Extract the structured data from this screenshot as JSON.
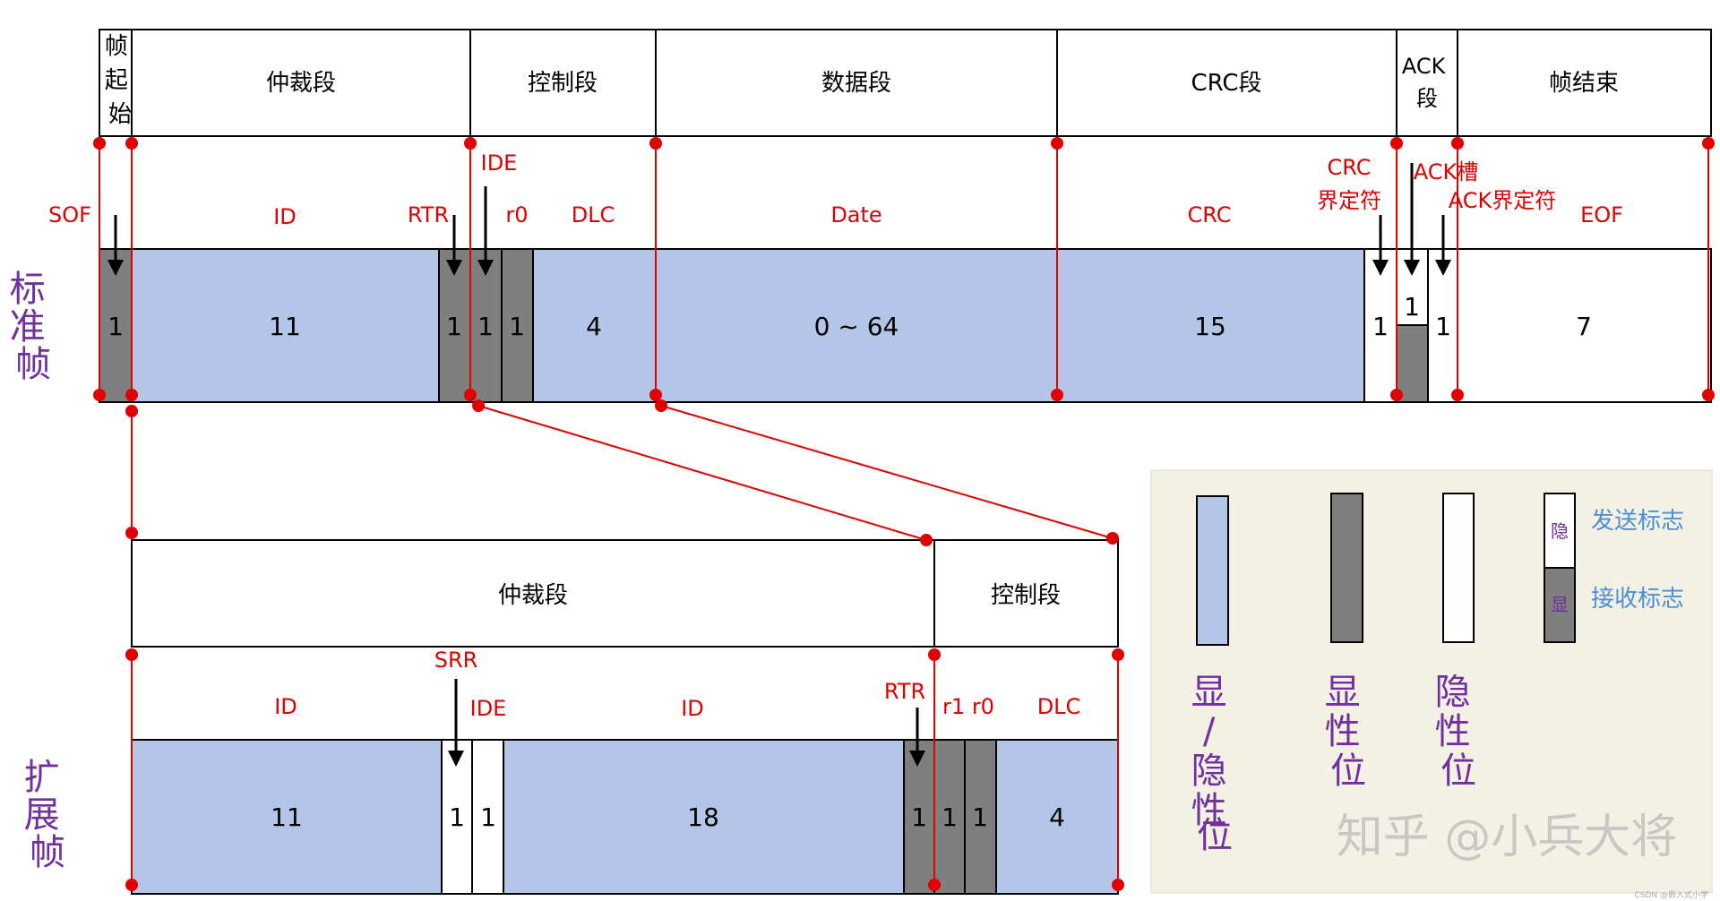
{
  "colors": {
    "blue": "#b4c6e7",
    "gray": "#7f7f7f",
    "white": "#ffffff",
    "red": "#e00000",
    "purple": "#7030a0",
    "legend_text": "#4a90d9",
    "legend_bg": "#f3f1e4",
    "watermark": "#b8b8b8"
  },
  "standard": {
    "side_label": "标准帧",
    "segments": [
      {
        "key": "sof",
        "label": "帧起始"
      },
      {
        "key": "arb",
        "label": "仲裁段"
      },
      {
        "key": "ctrl",
        "label": "控制段"
      },
      {
        "key": "data",
        "label": "数据段"
      },
      {
        "key": "crc",
        "label": "CRC段"
      },
      {
        "key": "ack",
        "label": "ACK段"
      },
      {
        "key": "eof",
        "label": "帧结束"
      }
    ],
    "field_labels": [
      {
        "key": "sof",
        "text": "SOF"
      },
      {
        "key": "id",
        "text": "ID"
      },
      {
        "key": "rtr",
        "text": "RTR"
      },
      {
        "key": "ide",
        "text": "IDE"
      },
      {
        "key": "r0",
        "text": "r0"
      },
      {
        "key": "dlc",
        "text": "DLC"
      },
      {
        "key": "date",
        "text": "Date"
      },
      {
        "key": "crc",
        "text": "CRC"
      },
      {
        "key": "crc_delim_1",
        "text": "CRC"
      },
      {
        "key": "crc_delim_2",
        "text": "界定符"
      },
      {
        "key": "ack_slot",
        "text": "ACK槽"
      },
      {
        "key": "ack_delim",
        "text": "ACK界定符"
      },
      {
        "key": "eof",
        "text": "EOF"
      }
    ],
    "bits": [
      {
        "key": "sof",
        "value": "1",
        "fill": "gray"
      },
      {
        "key": "id",
        "value": "11",
        "fill": "blue"
      },
      {
        "key": "rtr",
        "value": "1",
        "fill": "gray"
      },
      {
        "key": "ide",
        "value": "1",
        "fill": "gray"
      },
      {
        "key": "r0",
        "value": "1",
        "fill": "gray"
      },
      {
        "key": "dlc",
        "value": "4",
        "fill": "blue"
      },
      {
        "key": "data",
        "value": "0 ~ 64",
        "fill": "blue"
      },
      {
        "key": "crc",
        "value": "15",
        "fill": "blue"
      },
      {
        "key": "crc_delim",
        "value": "1",
        "fill": "white"
      },
      {
        "key": "ack_slot",
        "value": "1",
        "fill": "split"
      },
      {
        "key": "ack_delim",
        "value": "1",
        "fill": "white"
      },
      {
        "key": "eof",
        "value": "7",
        "fill": "white"
      }
    ]
  },
  "extended": {
    "side_label": "扩展帧",
    "segments": [
      {
        "key": "arb",
        "label": "仲裁段"
      },
      {
        "key": "ctrl",
        "label": "控制段"
      }
    ],
    "field_labels": [
      {
        "key": "id_a",
        "text": "ID"
      },
      {
        "key": "srr",
        "text": "SRR"
      },
      {
        "key": "ide",
        "text": "IDE"
      },
      {
        "key": "id_b",
        "text": "ID"
      },
      {
        "key": "rtr",
        "text": "RTR"
      },
      {
        "key": "r1r0",
        "text": "r1 r0"
      },
      {
        "key": "dlc",
        "text": "DLC"
      }
    ],
    "bits": [
      {
        "key": "id_a",
        "value": "11",
        "fill": "blue"
      },
      {
        "key": "srr",
        "value": "1",
        "fill": "white"
      },
      {
        "key": "ide",
        "value": "1",
        "fill": "white"
      },
      {
        "key": "id_b",
        "value": "18",
        "fill": "blue"
      },
      {
        "key": "rtr",
        "value": "1",
        "fill": "gray"
      },
      {
        "key": "r1",
        "value": "1",
        "fill": "gray"
      },
      {
        "key": "r0",
        "value": "1",
        "fill": "gray"
      },
      {
        "key": "dlc",
        "value": "4",
        "fill": "blue"
      }
    ]
  },
  "legend": {
    "items": [
      {
        "key": "mixed",
        "fill": "blue",
        "label": "显/隐性位"
      },
      {
        "key": "dominant",
        "fill": "gray",
        "label": "显性位"
      },
      {
        "key": "recessive",
        "fill": "white",
        "label": "隐性位"
      }
    ],
    "split_top": "隐",
    "split_bottom": "显",
    "send_flag": "发送标志",
    "recv_flag": "接收标志"
  },
  "watermark": "知乎 @小兵大将",
  "footer_note": "CSDN @嵌入式小学"
}
